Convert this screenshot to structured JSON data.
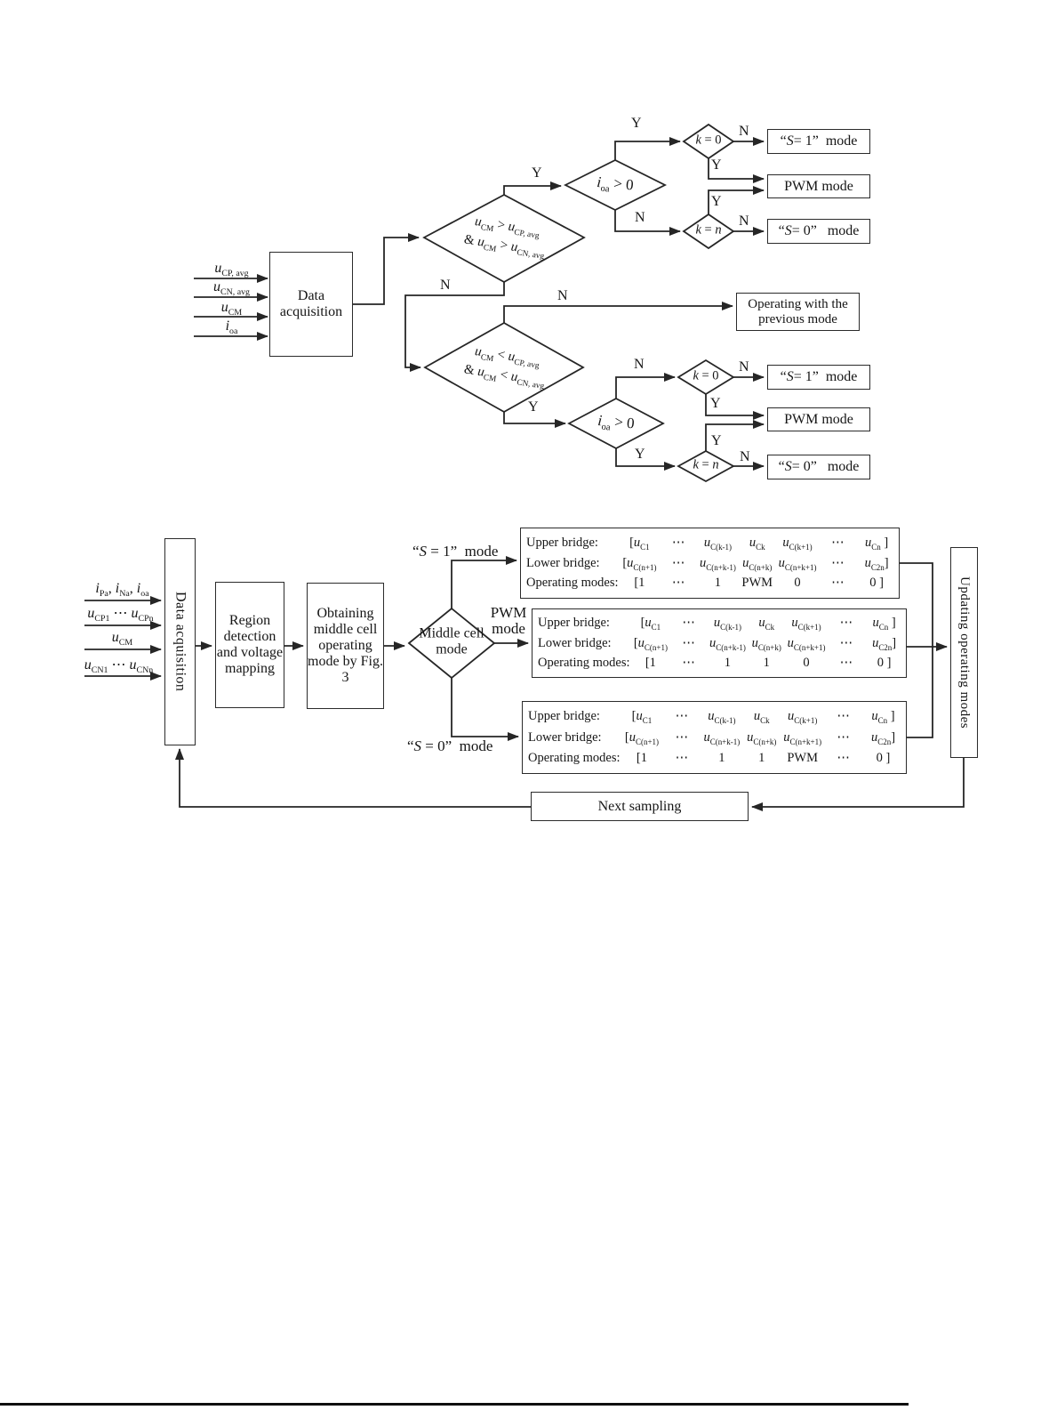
{
  "colors": {
    "line": "#262626",
    "text": "#151515",
    "background": "#ffffff"
  },
  "figure3": {
    "inputs": [
      "<i>u</i><sub>CP, avg</sub>",
      "<i>u</i><sub>CN, avg</sub>",
      "<i>u</i><sub>CM</sub>",
      "<i>i</i><sub>oa</sub>"
    ],
    "data_acquisition": "Data acquisition",
    "decision_upper_l1": "<i>u</i><sub>CM</sub> &gt; <i>u</i><sub>CP, avg</sub>",
    "decision_upper_l2": "&amp; <i>u</i><sub>CM</sub> &gt; <i>u</i><sub>CN, avg</sub>",
    "decision_lower_l1": "<i>u</i><sub>CM</sub> &lt; <i>u</i><sub>CP, avg</sub>",
    "decision_lower_l2": "&amp; <i>u</i><sub>CM</sub> &lt; <i>u</i><sub>CN, avg</sub>",
    "current_check": "<i>i</i><sub>oa</sub> &gt; 0",
    "k_zero": "<i>k</i> = 0",
    "k_n": "<i>k</i> = <i>n</i>",
    "s1_mode_box": "“<i>S</i>= 1”&nbsp; mode",
    "pwm_mode_box": "PWM mode",
    "s0_mode_box": "“<i>S</i>= 0”&nbsp;&nbsp; mode",
    "operating_previous": "Operating with the previous mode",
    "yes": "Y",
    "no": "N"
  },
  "figure4": {
    "inputs": [
      "<i>i</i><sub>Pa</sub>, <i>i</i><sub>Na</sub>, <i>i</i><sub>oa</sub>",
      "<i>u</i><sub>CP1</sub> ⋯ <i>u</i><sub>CPn</sub>",
      "<i>u</i><sub>CM</sub>",
      "<i>u</i><sub>CN1</sub> ⋯ <i>u</i><sub>CNn</sub>"
    ],
    "data_acquisition": "Data acquisition",
    "region_box": "Region detection and voltage mapping",
    "obtaining_box": "Obtaining middle cell operating mode by Fig. 3",
    "middle_diamond": "Middle cell mode",
    "branch_s1": "“<i>S</i> = 1”&nbsp; mode",
    "branch_pwm": "PWM mode",
    "branch_s0": "“<i>S</i> = 0”&nbsp; mode",
    "updating_box": "Updating operating modes",
    "next_sampling": "Next sampling",
    "bridge_boxes": [
      {
        "rows": [
          {
            "label": "Upper bridge:",
            "cells": [
              "[<i>u</i><sub>C1</sub>",
              "⋯",
              "<i>u</i><sub>C(k-1)</sub>",
              "<i>u</i><sub>Ck</sub>",
              "<i>u</i><sub>C(k+1)</sub>",
              "⋯",
              "<i>u</i><sub>Cn</sub> ]"
            ]
          },
          {
            "label": "Lower bridge:",
            "cells": [
              "[<i>u</i><sub>C(n+1)</sub>",
              "⋯",
              "<i>u</i><sub>C(n+k-1)</sub>",
              "<i>u</i><sub>C(n+k)</sub>",
              "<i>u</i><sub>C(n+k+1)</sub>",
              "⋯",
              "<i>u</i><sub>C2n</sub>]"
            ]
          },
          {
            "label": "Operating modes:",
            "cells": [
              "[1",
              "⋯",
              "1",
              "PWM",
              "0",
              "⋯",
              "0 ]"
            ]
          }
        ]
      },
      {
        "rows": [
          {
            "label": "Upper bridge:",
            "cells": [
              "[<i>u</i><sub>C1</sub>",
              "⋯",
              "<i>u</i><sub>C(k-1)</sub>",
              "<i>u</i><sub>Ck</sub>",
              "<i>u</i><sub>C(k+1)</sub>",
              "⋯",
              "<i>u</i><sub>Cn</sub> ]"
            ]
          },
          {
            "label": "Lower bridge:",
            "cells": [
              "[<i>u</i><sub>C(n+1)</sub>",
              "⋯",
              "<i>u</i><sub>C(n+k-1)</sub>",
              "<i>u</i><sub>C(n+k)</sub>",
              "<i>u</i><sub>C(n+k+1)</sub>",
              "⋯",
              "<i>u</i><sub>C2n</sub>]"
            ]
          },
          {
            "label": "Operating modes:",
            "cells": [
              "[1",
              "⋯",
              "1",
              "1",
              "0",
              "⋯",
              "0 ]"
            ]
          }
        ]
      },
      {
        "rows": [
          {
            "label": "Upper bridge:",
            "cells": [
              "[<i>u</i><sub>C1</sub>",
              "⋯",
              "<i>u</i><sub>C(k-1)</sub>",
              "<i>u</i><sub>Ck</sub>",
              "<i>u</i><sub>C(k+1)</sub>",
              "⋯",
              "<i>u</i><sub>Cn</sub> ]"
            ]
          },
          {
            "label": "Lower bridge:",
            "cells": [
              "[<i>u</i><sub>C(n+1)</sub>",
              "⋯",
              "<i>u</i><sub>C(n+k-1)</sub>",
              "<i>u</i><sub>C(n+k)</sub>",
              "<i>u</i><sub>C(n+k+1)</sub>",
              "⋯",
              "<i>u</i><sub>C2n</sub>]"
            ]
          },
          {
            "label": "Operating modes:",
            "cells": [
              "[1",
              "⋯",
              "1",
              "1",
              "PWM",
              "⋯",
              "0 ]"
            ]
          }
        ]
      }
    ]
  }
}
